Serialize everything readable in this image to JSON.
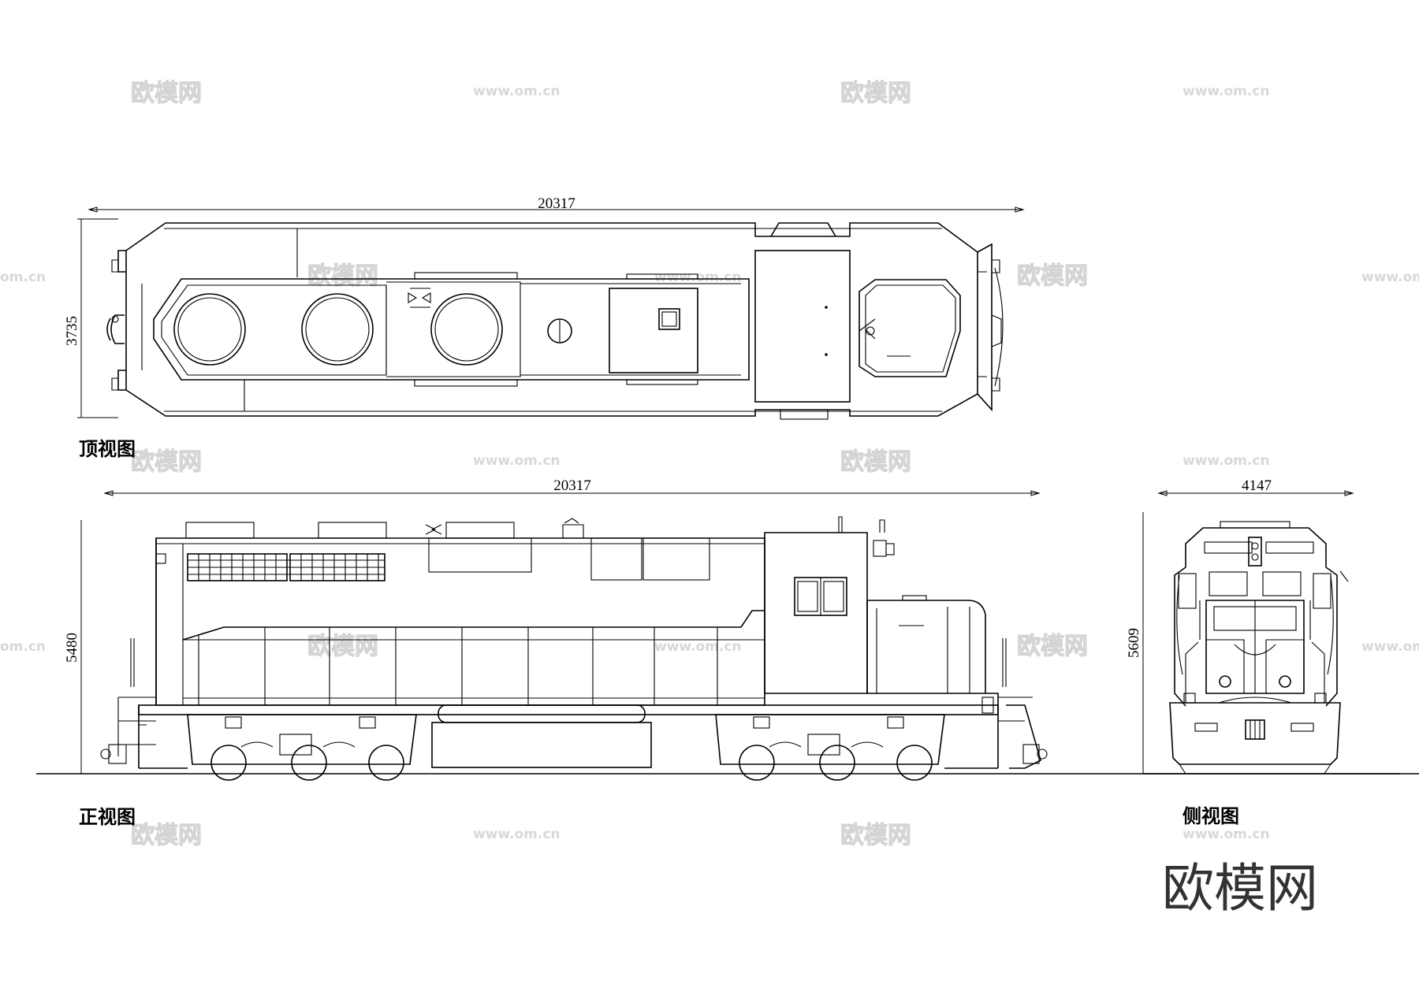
{
  "views": {
    "top_view": {
      "label": "顶视图",
      "length_dim": "20317",
      "width_dim": "3735"
    },
    "front_view": {
      "label": "正视图",
      "length_dim": "20317",
      "height_dim": "5480"
    },
    "side_view": {
      "label": "侧视图",
      "width_dim": "4147",
      "height_dim": "5609"
    }
  },
  "watermark": {
    "brand": "欧模网",
    "url": "www.om.cn",
    "url_fragment": "om.cn"
  },
  "brand_logo": "欧模网"
}
